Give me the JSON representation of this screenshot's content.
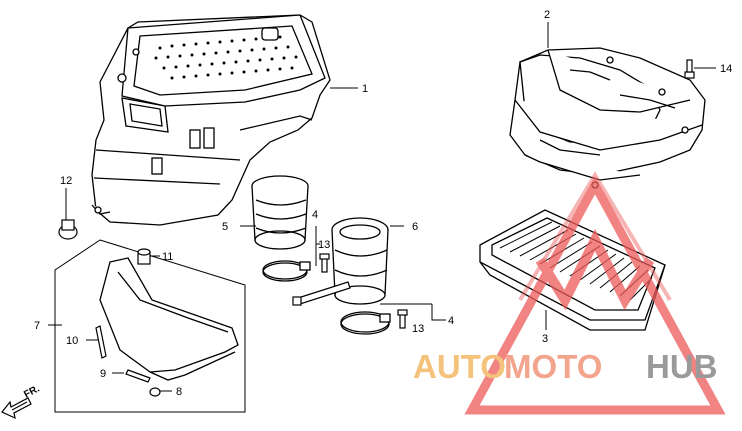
{
  "callouts": {
    "c1": "1",
    "c2": "2",
    "c3": "3",
    "c4a": "4",
    "c4b": "4",
    "c5": "5",
    "c6": "6",
    "c7": "7",
    "c8": "8",
    "c9": "9",
    "c10": "10",
    "c11": "11",
    "c12": "12",
    "c13a": "13",
    "c13b": "13",
    "c14": "14"
  },
  "direction_label": "FR.",
  "watermark": {
    "part1": "AUTO",
    "part2": "MOTO",
    "part3": "HUB",
    "colors": {
      "auto": "#f4c27a",
      "moto": "#f2a58c",
      "hub": "#9a9a9a",
      "logo": "#ee5a5a"
    }
  }
}
